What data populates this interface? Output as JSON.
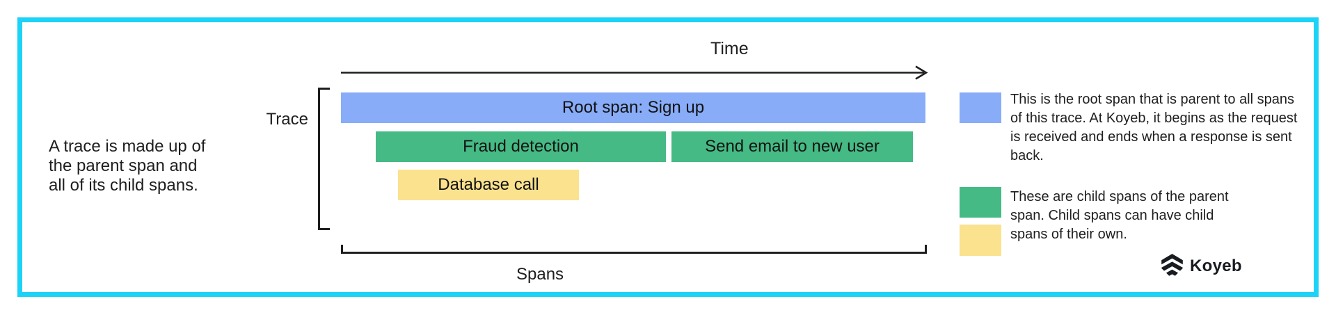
{
  "frame": {
    "border_color": "#1dd2f7"
  },
  "description": {
    "lines": [
      "A trace is made up of",
      "the parent span and",
      "all of its child spans."
    ]
  },
  "axis": {
    "time_label": "Time",
    "trace_label": "Trace",
    "spans_label": "Spans"
  },
  "spans": {
    "root": {
      "label": "Root span: Sign up",
      "color": "#88acf8"
    },
    "fraud": {
      "label": "Fraud detection",
      "color": "#45ba85"
    },
    "email": {
      "label": "Send email to new user",
      "color": "#45ba85"
    },
    "database": {
      "label": "Database call",
      "color": "#fae28e"
    }
  },
  "legend": {
    "root_note": {
      "color": "#88acf8",
      "text": "This is the root span that is parent to all spans of this trace. At Koyeb, it begins as the request is received and ends when a response is sent back."
    },
    "child_note": {
      "colors": [
        "#45ba85",
        "#fae28e"
      ],
      "text": "These are child spans of the parent span. Child spans can have child spans of their own."
    }
  },
  "branding": {
    "name": "Koyeb",
    "logo_color": "#181b20"
  }
}
